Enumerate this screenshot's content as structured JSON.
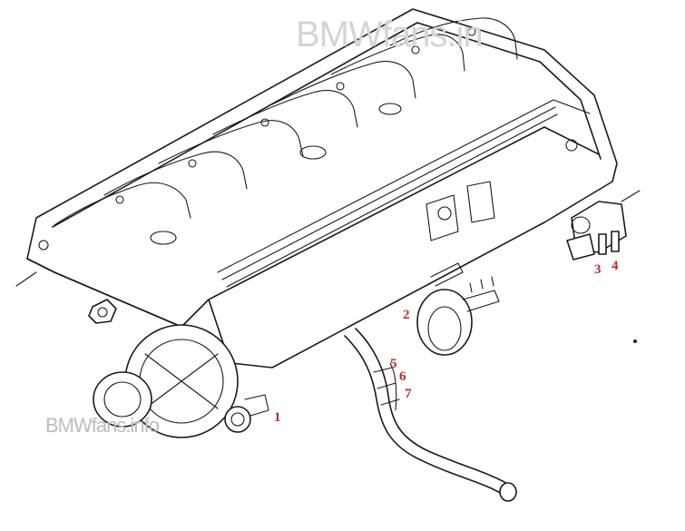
{
  "watermark_top": "BMWfans.in",
  "watermark_bottom": "BMWfans.info",
  "colors": {
    "callout": "#c0282c",
    "line_art": "#1a1a1a",
    "watermark": "#c8c8c8"
  },
  "callouts": {
    "c1": "1",
    "c2": "2",
    "c3": "3",
    "c4": "4",
    "c5": "5",
    "c6": "6",
    "c7": "7"
  }
}
